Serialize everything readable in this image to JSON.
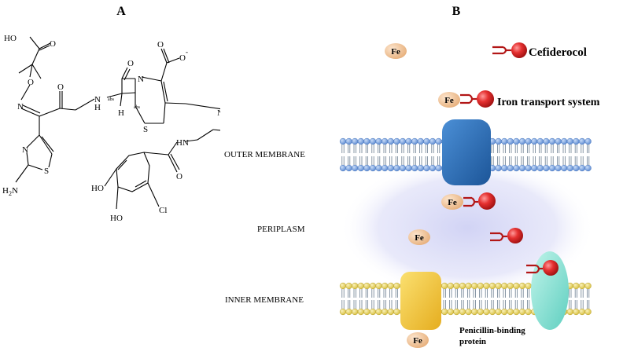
{
  "panel_a": {
    "letter": "A",
    "atoms": {
      "ho": "HO",
      "o_carboxyl_top": "O",
      "o_oxime": "O",
      "n_oxime": "N",
      "o_amide": "O",
      "nh_amide": "N",
      "h_on_n": "H",
      "abs_left": "abs",
      "abs_right": "abs",
      "h_ring": "H",
      "o_lactam": "O",
      "n_lactam": "N",
      "s_ring": "S",
      "o_carboxylate": "O",
      "o_minus": "O",
      "minus": "-",
      "n_plus": "N",
      "plus": "+",
      "n_thiazole": "N",
      "s_thiazole": "S",
      "h2n": "H",
      "h2n_sub": "2",
      "h2n_n": "N",
      "hn": "HN",
      "o_benzamide": "O",
      "ho_1": "HO",
      "ho_2": "HO",
      "cl": "Cl"
    }
  },
  "panel_b": {
    "letter": "B",
    "labels": {
      "outer_membrane": "OUTER MEMBRANE",
      "periplasm": "PERIPLASM",
      "inner_membrane": "INNER MEMBRANE",
      "cefiderocol": "Cefiderocol",
      "iron_transport": "Iron transport system",
      "pbp_line1": "Penicillin-binding",
      "pbp_line2": "protein"
    },
    "fe": "Fe",
    "colors": {
      "fe_fill": "#f5cfa6",
      "drug_red": "#d8262a",
      "membrane_blue": "#6f9ee0",
      "membrane_yellow": "#e6d36a",
      "porin_blue": "#2a68b0",
      "inner_transporter": "#f3c93f",
      "pbp_teal": "#86e3d5",
      "periplasm_glow": "#cfd1f4"
    }
  }
}
